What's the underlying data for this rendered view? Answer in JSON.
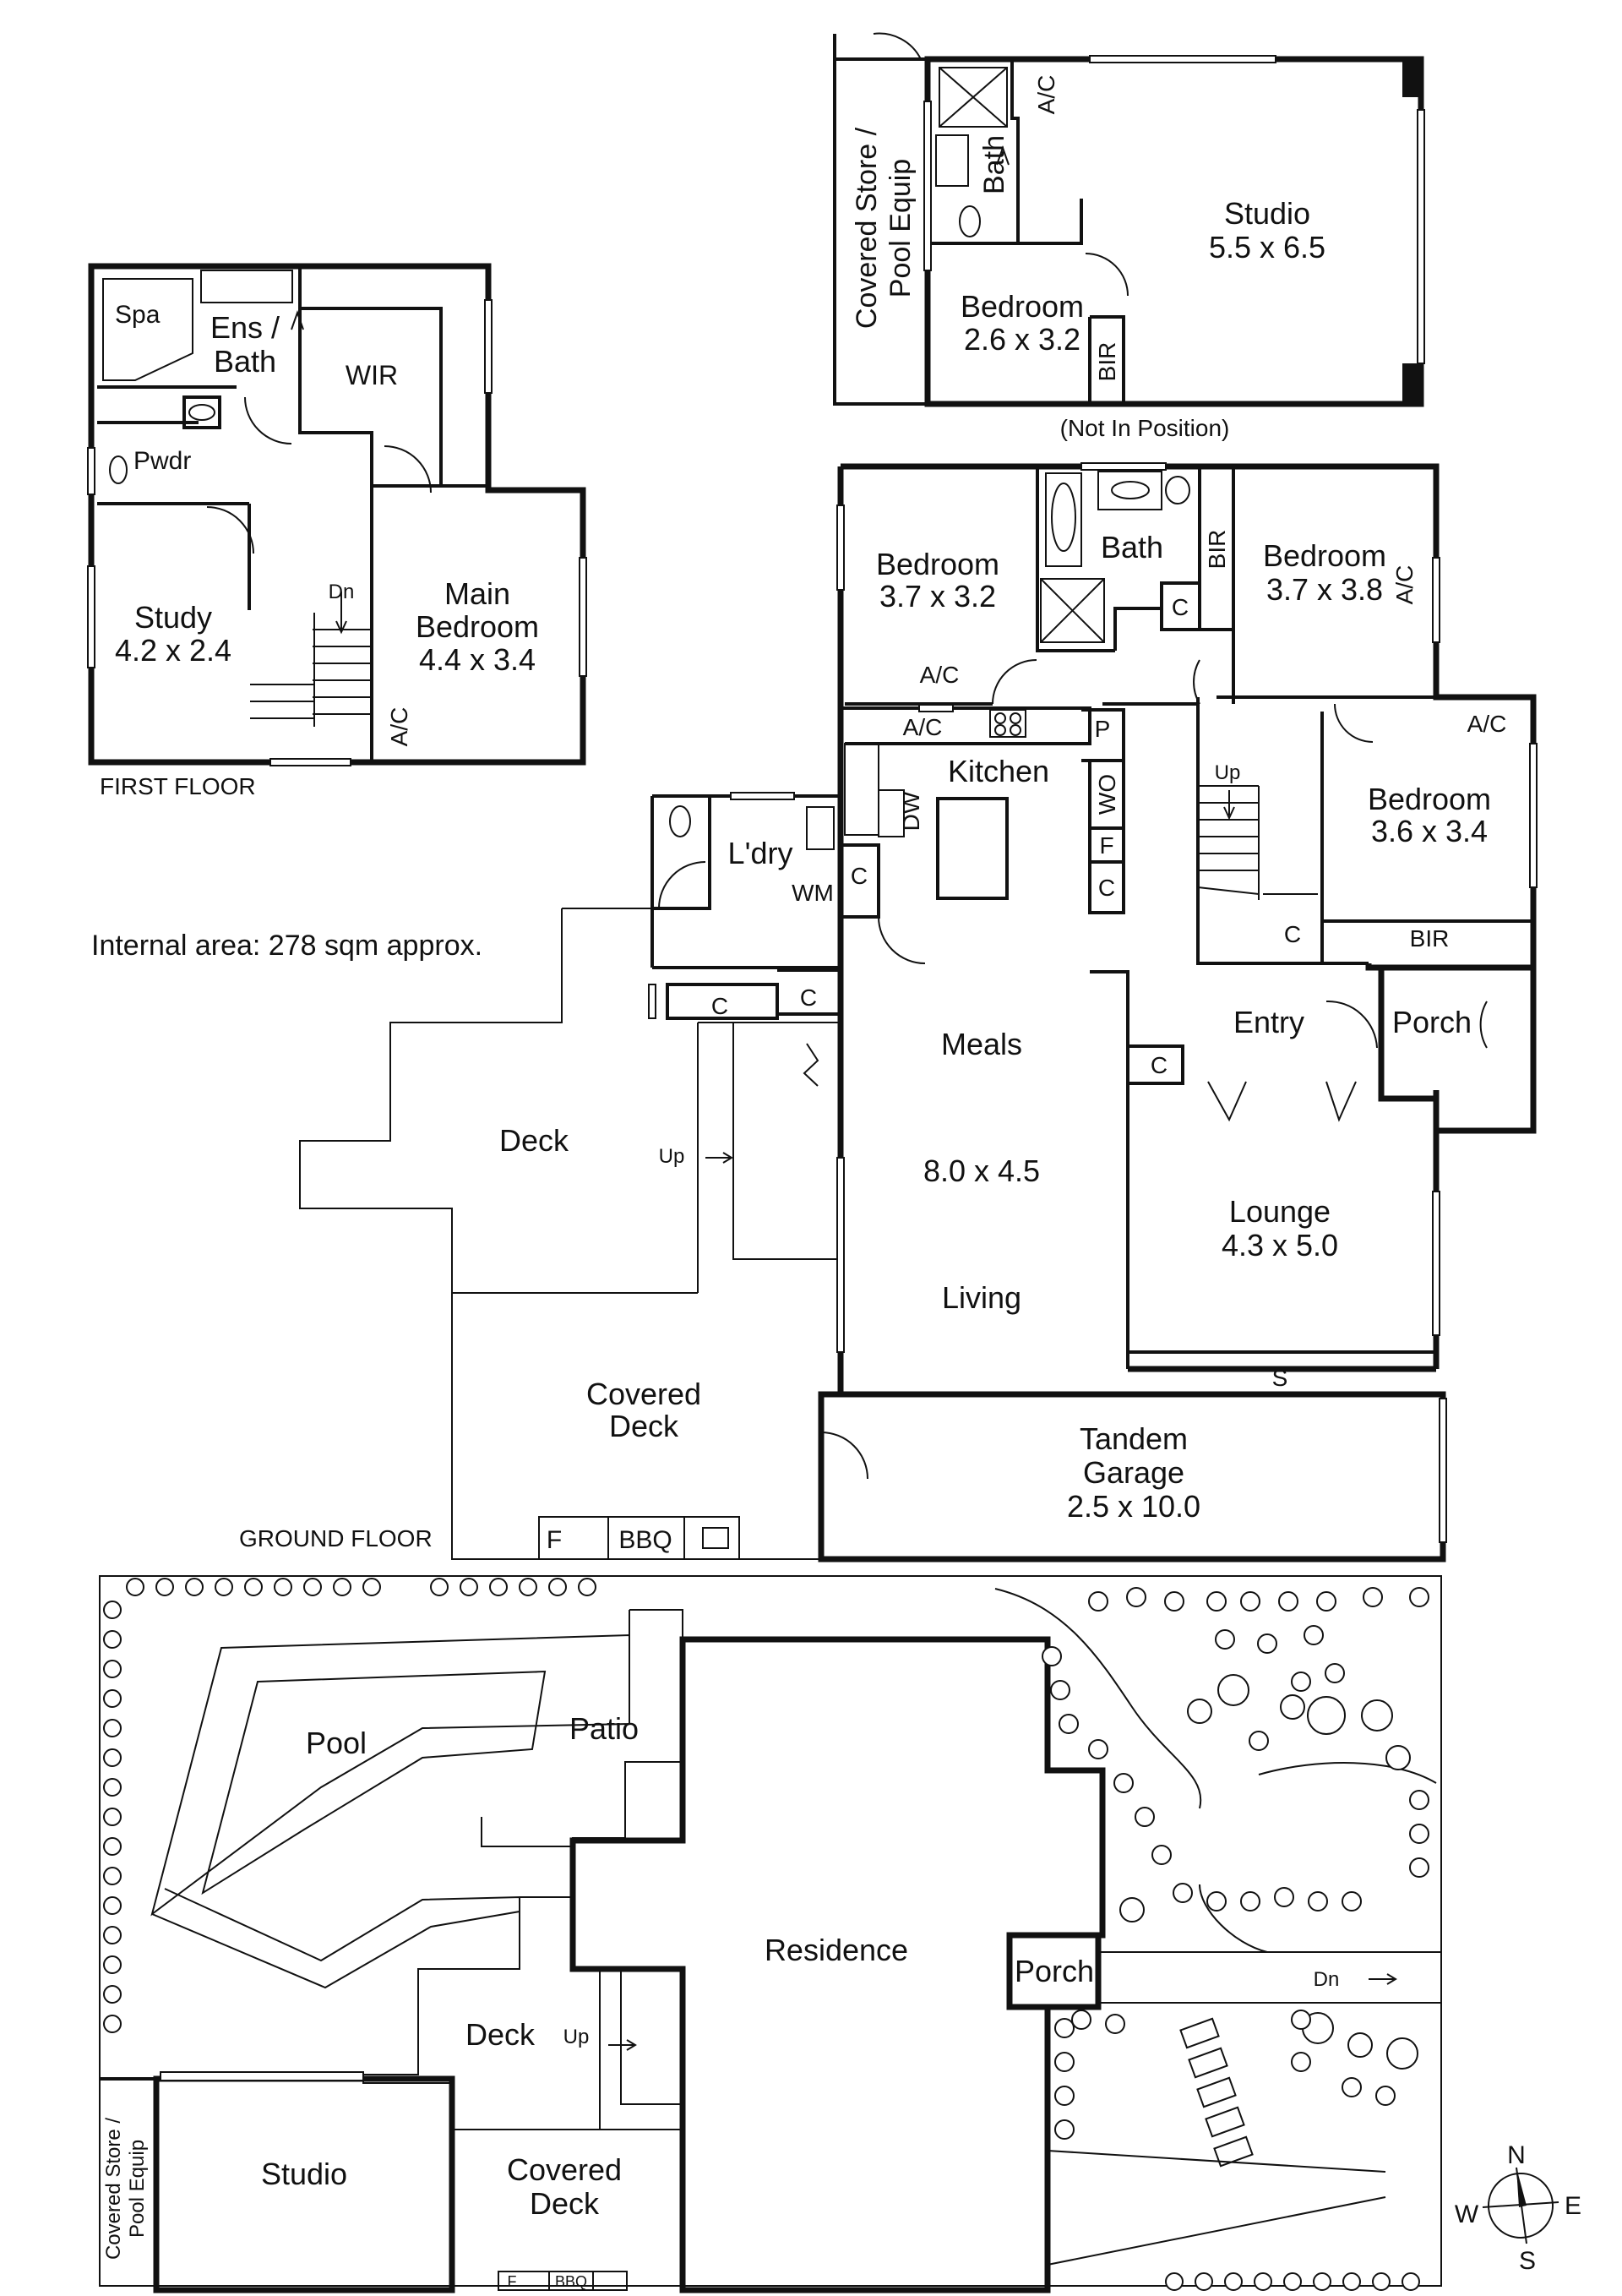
{
  "first_floor": {
    "heading": "FIRST FLOOR",
    "rooms": {
      "spa": "Spa",
      "ens_bath": [
        "Ens /",
        "Bath"
      ],
      "wir": "WIR",
      "pwdr": "Pwdr",
      "study": [
        "Study",
        "4.2 x 2.4"
      ],
      "main_bedroom": [
        "Main",
        "Bedroom",
        "4.4 x 3.4"
      ],
      "dn": "Dn",
      "ac": "A/C"
    }
  },
  "studio_building": {
    "covered_store": [
      "Covered Store /",
      "Pool Equip"
    ],
    "bath": "Bath",
    "ac": "A/C",
    "studio": [
      "Studio",
      "5.5 x 6.5"
    ],
    "bedroom": [
      "Bedroom",
      "2.6 x 3.2"
    ],
    "bir": "BIR",
    "note": "(Not In Position)"
  },
  "internal_area": "Internal area: 278 sqm approx.",
  "ground_floor": {
    "heading": "GROUND FLOOR",
    "rooms": {
      "bedroom_1": [
        "Bedroom",
        "3.7 x 3.2"
      ],
      "bath": "Bath",
      "bir_1": "BIR",
      "bedroom_2": [
        "Bedroom",
        "3.7 x 3.8"
      ],
      "ac_1": "A/C",
      "c_1": "C",
      "ac_2": "A/C",
      "ac_3": "A/C",
      "ac_4": "A/C",
      "p": "P",
      "kitchen": "Kitchen",
      "dw": "DW",
      "wo": "WO",
      "f_1": "F",
      "c_2": "C",
      "laundry": "L'dry",
      "wm": "WM",
      "c_3": "C",
      "up_1": "Up",
      "bedroom_3": [
        "Bedroom",
        "3.6 x 3.4"
      ],
      "c_4": "C",
      "bir_2": "BIR",
      "c_5": "C",
      "c_6": "C",
      "meals": "Meals",
      "meals_dim": "8.0 x 4.5",
      "living": "Living",
      "entry": "Entry",
      "porch": "Porch",
      "c_7": "C",
      "deck": "Deck",
      "up_2": "Up",
      "lounge": [
        "Lounge",
        "4.3 x 5.0"
      ],
      "s": "S",
      "covered_deck": [
        "Covered",
        "Deck"
      ],
      "garage": [
        "Tandem",
        "Garage",
        "2.5 x 10.0"
      ],
      "f_2": "F",
      "bbq": "BBQ"
    }
  },
  "site_plan": {
    "pool": "Pool",
    "patio": "Patio",
    "residence": "Residence",
    "porch": "Porch",
    "dn": "Dn",
    "deck": "Deck",
    "up": "Up",
    "covered_store": [
      "Covered Store /",
      "Pool Equip"
    ],
    "studio": "Studio",
    "covered_deck": [
      "Covered",
      "Deck"
    ],
    "f": "F",
    "bbq": "BBQ"
  },
  "compass": {
    "n": "N",
    "e": "E",
    "s": "S",
    "w": "W"
  }
}
